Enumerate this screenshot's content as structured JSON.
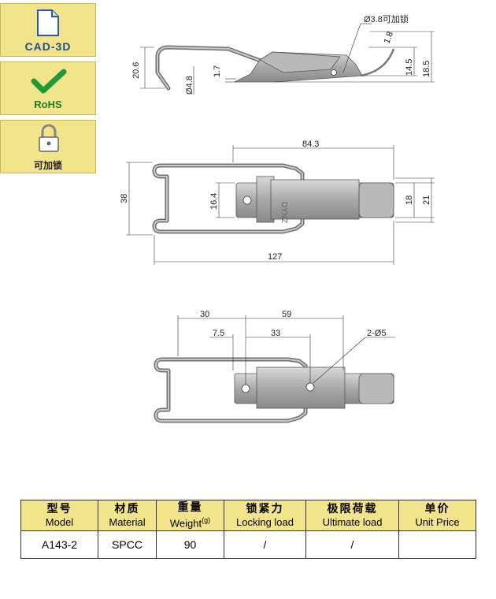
{
  "badges": {
    "cad": "CAD-3D",
    "rohs": "RoHS",
    "lockable": "可加锁"
  },
  "dims": {
    "side": {
      "hole": "Ø3.8可加锁",
      "t1": "1.8",
      "h206": "20.6",
      "d48": "Ø4.8",
      "h17": "1.7",
      "h145": "14.5",
      "h185": "18.5"
    },
    "top": {
      "w843": "84.3",
      "h38": "38",
      "h164": "16.4",
      "h18": "18",
      "h21": "21",
      "w127": "127"
    },
    "bottom": {
      "w30": "30",
      "w59": "59",
      "w75": "7.5",
      "w33": "33",
      "holes": "2-Ø5"
    }
  },
  "table": {
    "headers": [
      {
        "cn": "型号",
        "en": "Model"
      },
      {
        "cn": "材质",
        "en": "Material"
      },
      {
        "cn": "重量",
        "en": "Weight",
        "unit": "(g)"
      },
      {
        "cn": "锁紧力",
        "en": "Locking load"
      },
      {
        "cn": "极限荷载",
        "en": "Ultimate load"
      },
      {
        "cn": "单价",
        "en": "Unit Price"
      }
    ],
    "row": [
      "A143-2",
      "SPCC",
      "90",
      "/",
      "/",
      ""
    ]
  }
}
